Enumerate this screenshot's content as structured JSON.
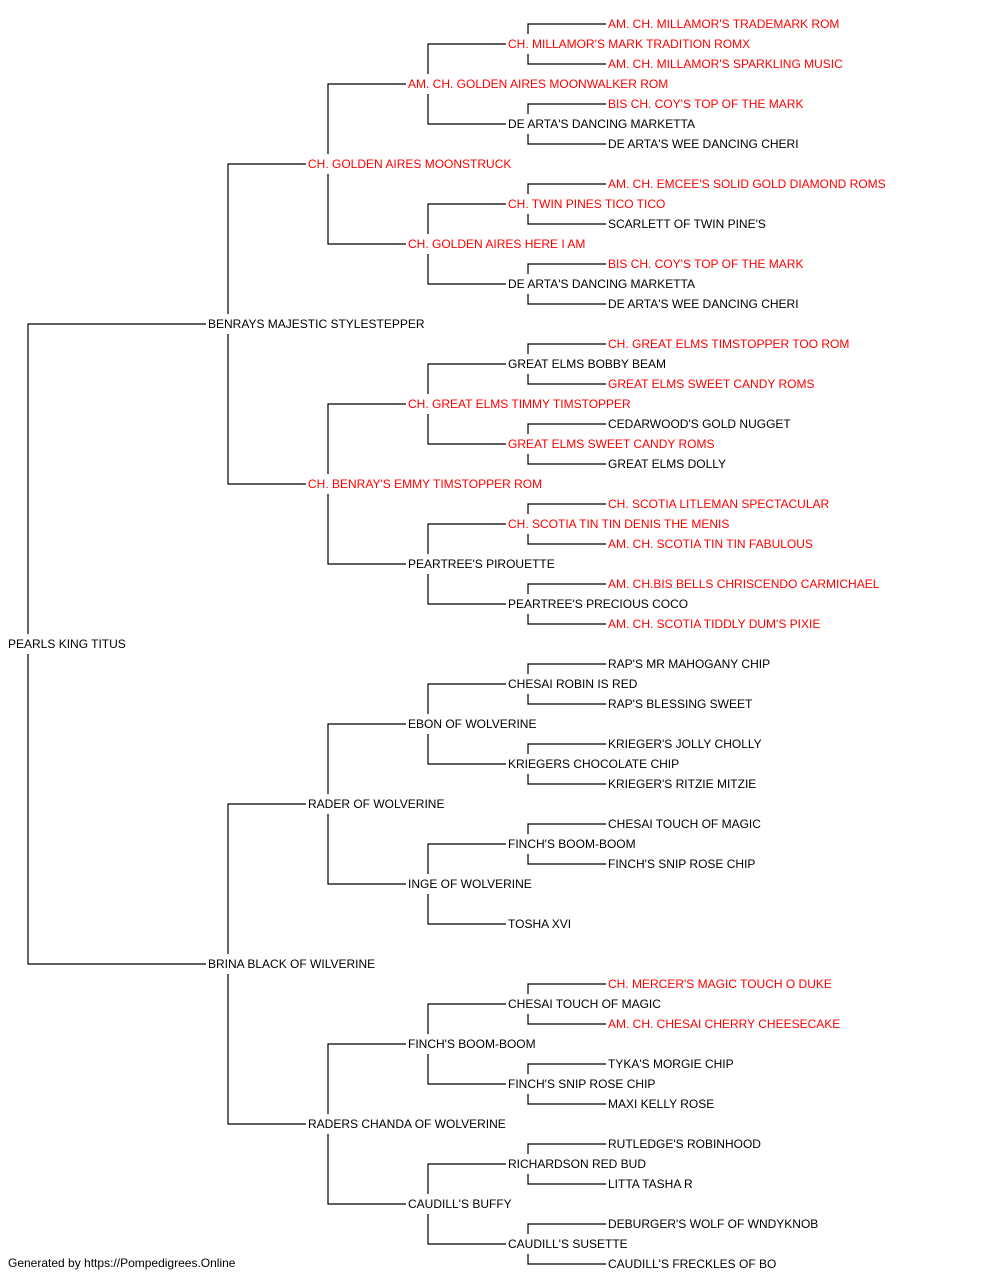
{
  "colors": {
    "champion": "#ff0000",
    "normal": "#000000",
    "line": "#000000"
  },
  "pedigree": {
    "name": "PEARLS KING TITUS",
    "ch": false,
    "sire": {
      "name": "BENRAYS MAJESTIC STYLESTEPPER",
      "ch": false,
      "sire": {
        "name": "CH. GOLDEN AIRES MOONSTRUCK",
        "ch": true,
        "sire": {
          "name": "AM. CH. GOLDEN AIRES MOONWALKER ROM",
          "ch": true,
          "sire": {
            "name": "CH. MILLAMOR'S MARK TRADITION ROMX",
            "ch": true,
            "sire": {
              "name": "AM. CH. MILLAMOR'S TRADEMARK ROM",
              "ch": true
            },
            "dam": {
              "name": "AM. CH. MILLAMOR'S SPARKLING MUSIC",
              "ch": true
            }
          },
          "dam": {
            "name": "DE ARTA'S DANCING MARKETTA",
            "ch": false,
            "sire": {
              "name": "BIS CH. COY'S TOP OF THE MARK",
              "ch": true
            },
            "dam": {
              "name": "DE ARTA'S WEE DANCING CHERI",
              "ch": false
            }
          }
        },
        "dam": {
          "name": "CH. GOLDEN AIRES HERE I AM",
          "ch": true,
          "sire": {
            "name": "CH. TWIN PINES TICO TICO",
            "ch": true,
            "sire": {
              "name": "AM. CH. EMCEE'S SOLID GOLD DIAMOND ROMS",
              "ch": true
            },
            "dam": {
              "name": "SCARLETT OF TWIN PINE'S",
              "ch": false
            }
          },
          "dam": {
            "name": "DE ARTA'S DANCING MARKETTA",
            "ch": false,
            "sire": {
              "name": "BIS CH. COY'S TOP OF THE MARK",
              "ch": true
            },
            "dam": {
              "name": "DE ARTA'S WEE DANCING CHERI",
              "ch": false
            }
          }
        }
      },
      "dam": {
        "name": "CH. BENRAY'S EMMY TIMSTOPPER ROM",
        "ch": true,
        "sire": {
          "name": "CH. GREAT ELMS TIMMY TIMSTOPPER",
          "ch": true,
          "sire": {
            "name": "GREAT ELMS BOBBY BEAM",
            "ch": false,
            "sire": {
              "name": "CH. GREAT ELMS TIMSTOPPER TOO ROM",
              "ch": true
            },
            "dam": {
              "name": "GREAT ELMS SWEET CANDY ROMS",
              "ch": true
            }
          },
          "dam": {
            "name": "GREAT ELMS SWEET CANDY ROMS",
            "ch": true,
            "sire": {
              "name": "CEDARWOOD'S GOLD NUGGET",
              "ch": false
            },
            "dam": {
              "name": "GREAT ELMS DOLLY",
              "ch": false
            }
          }
        },
        "dam": {
          "name": "PEARTREE'S PIROUETTE",
          "ch": false,
          "sire": {
            "name": "CH. SCOTIA TIN TIN DENIS THE MENIS",
            "ch": true,
            "sire": {
              "name": "CH. SCOTIA LITLEMAN SPECTACULAR",
              "ch": true
            },
            "dam": {
              "name": "AM. CH. SCOTIA TIN TIN FABULOUS",
              "ch": true
            }
          },
          "dam": {
            "name": "PEARTREE'S PRECIOUS COCO",
            "ch": false,
            "sire": {
              "name": "AM. CH.BIS BELLS CHRISCENDO CARMICHAEL",
              "ch": true
            },
            "dam": {
              "name": "AM. CH. SCOTIA TIDDLY DUM'S PIXIE",
              "ch": true
            }
          }
        }
      }
    },
    "dam": {
      "name": "BRINA BLACK OF WILVERINE",
      "ch": false,
      "sire": {
        "name": "RADER OF WOLVERINE",
        "ch": false,
        "sire": {
          "name": "EBON OF WOLVERINE",
          "ch": false,
          "sire": {
            "name": "CHESAI ROBIN IS RED",
            "ch": false,
            "sire": {
              "name": "RAP'S MR MAHOGANY CHIP",
              "ch": false
            },
            "dam": {
              "name": "RAP'S BLESSING SWEET",
              "ch": false
            }
          },
          "dam": {
            "name": "KRIEGERS CHOCOLATE CHIP",
            "ch": false,
            "sire": {
              "name": "KRIEGER'S JOLLY CHOLLY",
              "ch": false
            },
            "dam": {
              "name": "KRIEGER'S RITZIE MITZIE",
              "ch": false
            }
          }
        },
        "dam": {
          "name": "INGE OF WOLVERINE",
          "ch": false,
          "sire": {
            "name": "FINCH'S BOOM-BOOM",
            "ch": false,
            "sire": {
              "name": "CHESAI TOUCH OF MAGIC",
              "ch": false
            },
            "dam": {
              "name": "FINCH'S SNIP ROSE CHIP",
              "ch": false
            }
          },
          "dam": {
            "name": "TOSHA XVI",
            "ch": false
          }
        }
      },
      "dam": {
        "name": "RADERS CHANDA OF WOLVERINE",
        "ch": false,
        "sire": {
          "name": "FINCH'S BOOM-BOOM",
          "ch": false,
          "sire": {
            "name": "CHESAI TOUCH OF MAGIC",
            "ch": false,
            "sire": {
              "name": "CH. MERCER'S MAGIC TOUCH O DUKE",
              "ch": true
            },
            "dam": {
              "name": "AM. CH. CHESAI CHERRY CHEESECAKE",
              "ch": true
            }
          },
          "dam": {
            "name": "FINCH'S SNIP ROSE CHIP",
            "ch": false,
            "sire": {
              "name": "TYKA'S MORGIE CHIP",
              "ch": false
            },
            "dam": {
              "name": "MAXI KELLY ROSE",
              "ch": false
            }
          }
        },
        "dam": {
          "name": "CAUDILL'S BUFFY",
          "ch": false,
          "sire": {
            "name": "RICHARDSON RED BUD",
            "ch": false,
            "sire": {
              "name": "RUTLEDGE'S ROBINHOOD",
              "ch": false
            },
            "dam": {
              "name": "LITTA TASHA R",
              "ch": false
            }
          },
          "dam": {
            "name": "CAUDILL'S SUSETTE",
            "ch": false,
            "sire": {
              "name": "DEBURGER'S WOLF OF WNDYKNOB",
              "ch": false
            },
            "dam": {
              "name": "CAUDILL'S FRECKLES OF BO",
              "ch": false
            }
          }
        }
      }
    }
  },
  "footer": {
    "text": "Generated by https://Pompedigrees.Online"
  }
}
